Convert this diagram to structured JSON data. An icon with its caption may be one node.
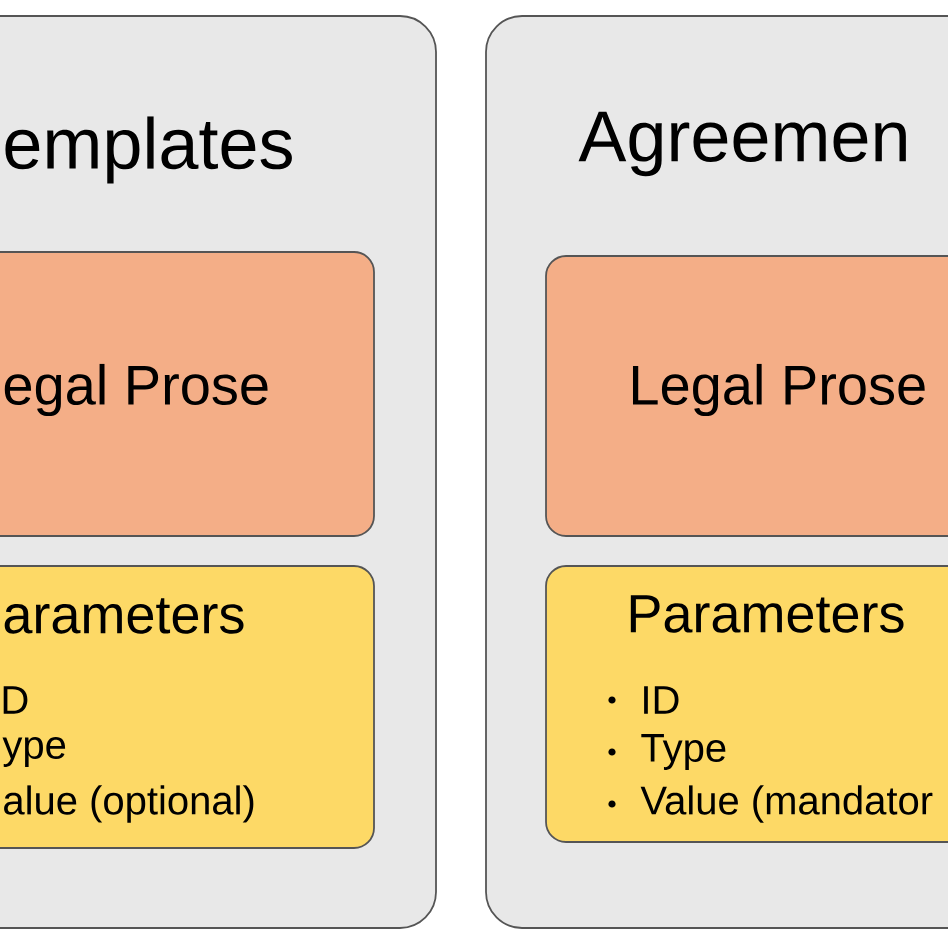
{
  "diagram": {
    "nodes": [
      {
        "text": [
          "emplates"
        ]
      },
      {
        "text": [
          "egal Prose"
        ],
        "in": 0
      },
      {
        "text": [
          "arameters",
          "D",
          "ype",
          "alue (optional)"
        ],
        "in": 0
      },
      {
        "text": [
          "Agreemen"
        ]
      },
      {
        "text": [
          "Legal Prose"
        ],
        "in": 3
      },
      {
        "text": [
          "Parameters",
          "ID",
          "Type",
          "Value (mandator"
        ],
        "in": 3
      }
    ]
  }
}
